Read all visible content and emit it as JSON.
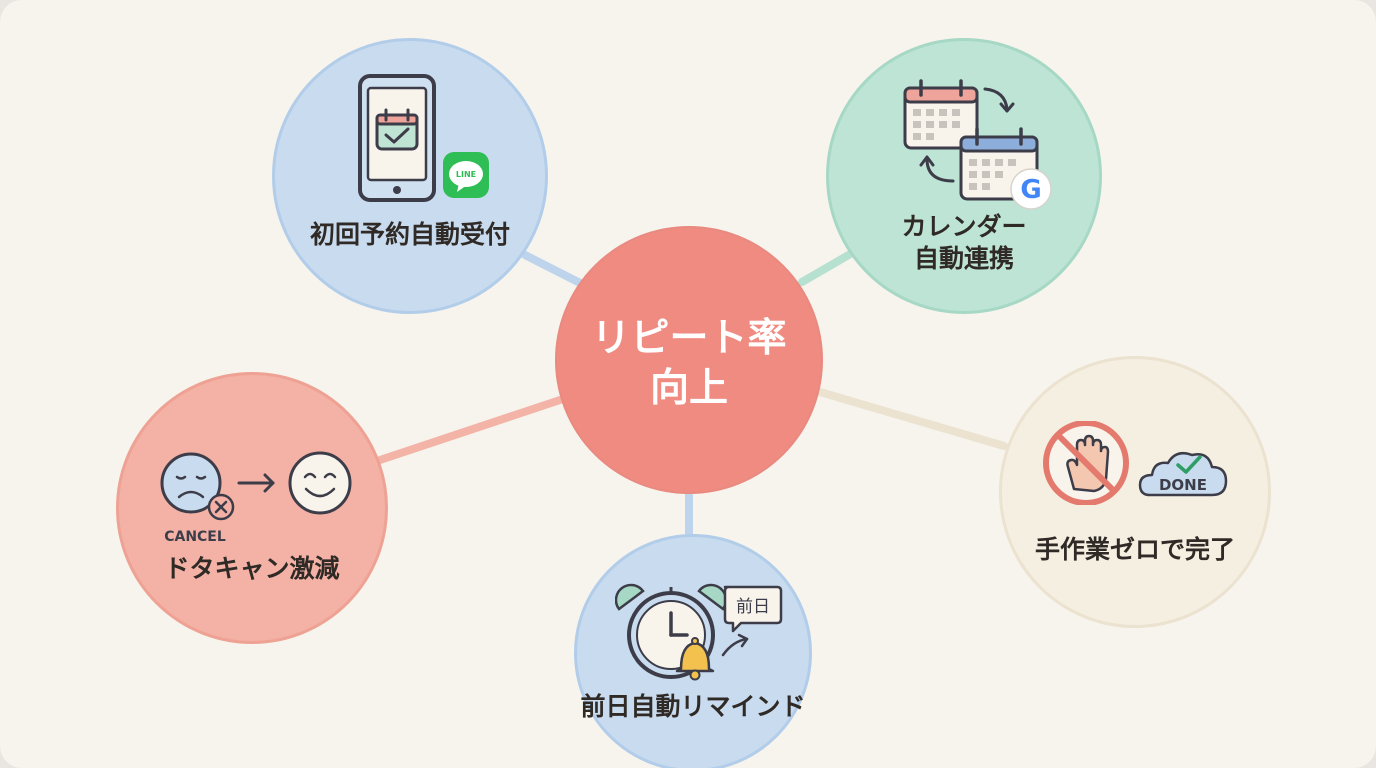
{
  "hub": {
    "line1": "リピート率",
    "line2": "向上"
  },
  "features": [
    {
      "label": "初回予約自動受付",
      "icon": "smartphone-calendar-line-icon",
      "badge": "LINE"
    },
    {
      "line1": "カレンダー",
      "line2": "自動連携",
      "icon": "calendar-sync-google-icon",
      "badge": "G"
    },
    {
      "label": "ドタキャン激減",
      "icon": "sad-to-happy-face-icon",
      "caption": "CANCEL"
    },
    {
      "label": "前日自動リマインド",
      "icon": "alarm-clock-bell-icon",
      "bubble": "前日"
    },
    {
      "label": "手作業ゼロで完了",
      "icon": "no-hand-done-cloud-icon",
      "cloud": "DONE"
    }
  ],
  "colors": {
    "hub": "#ef8b81",
    "blue": "#c9dbee",
    "green": "#bde4d5",
    "salmon": "#f4b1a5",
    "cream": "#f5efe2",
    "background": "#f7f3ed"
  }
}
